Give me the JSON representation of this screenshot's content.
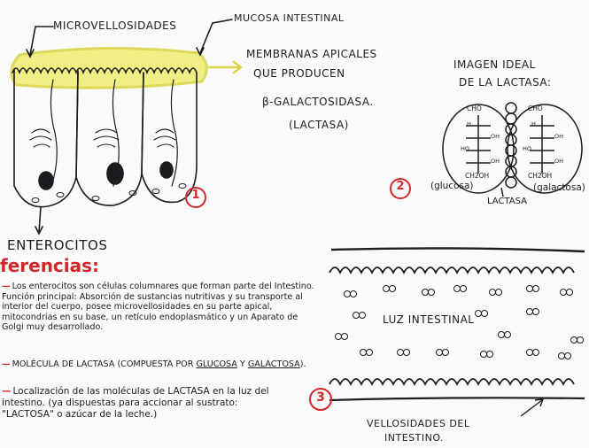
{
  "labels": {
    "microvellosidades": "MICROVELLOSIDADES",
    "mucosa": "MUCOSA INTESTINAL",
    "membranas_1": "MEMBRANAS APICALES",
    "membranas_2": "QUE PRODUCEN",
    "membranas_3": "β-GALACTOSIDASA.",
    "membranas_4": "(LACTASA)",
    "enterocitos": "ENTEROCITOS",
    "imagen_ideal_1": "IMAGEN IDEAL",
    "imagen_ideal_2": "DE LA LACTASA:",
    "glucosa": "(glucosa)",
    "galactosa": "(galactosa)",
    "lactasa": "LACTASA",
    "luz_intestinal": "LUZ INTESTINAL",
    "vellosidades_1": "VELLOSIDADES DEL",
    "vellosidades_2": "INTESTINO."
  },
  "molecule": {
    "top_label": "CHO",
    "bottom_label": "CH2OH",
    "h": "H",
    "ho": "HO",
    "oh": "OH"
  },
  "numbers": {
    "one": "1",
    "two": "2",
    "three": "3"
  },
  "references": {
    "title": "ferencias:",
    "item1_text": "Los enterocitos son células columnares que forman parte del Intestino. Función principal: Absorción de sustancias nutritivas y su transporte al interior del cuerpo, posee microvellosidades en su parte apical, mitocondrias en su base, un retículo endoplasmático y un Aparato de Golgi muy desarrollado.",
    "item2_prefix": "MOLÉCULA DE LACTASA (COMPUESTA POR ",
    "item2_glucosa": "GLUCOSA",
    "item2_mid": " Y ",
    "item2_galactosa": "GALACTOSA",
    "item2_suffix": ").",
    "item3_text": "Localización de las moléculas de LACTASA en la luz del intestino. (ya dispuestas para accionar al sustrato: \"LACTOSA\" o azúcar de la leche.)"
  },
  "colors": {
    "ink": "#1c1c22",
    "highlight": "#e8e85a",
    "accent_red": "#d0282a"
  }
}
